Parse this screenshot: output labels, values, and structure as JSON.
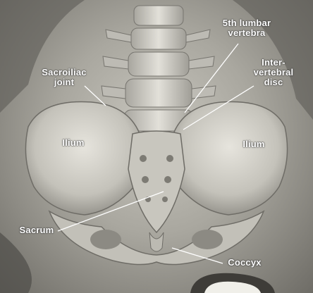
{
  "labels": {
    "lumbar_vertebra": [
      "5th lumbar",
      "vertebra"
    ],
    "sacroiliac_joint": [
      "Sacroiliac",
      "joint"
    ],
    "intervertebral_disc": [
      "Inter-",
      "vertebral",
      "disc"
    ],
    "ilium_left": "Ilium",
    "ilium_right": "Ilium",
    "sacrum": "Sacrum",
    "coccyx": "Coccyx"
  },
  "colors": {
    "bone": "#d8d6cf",
    "bone_shadow": "#8e8c85",
    "background": "#8a8881",
    "label_text": "#ffffff"
  }
}
